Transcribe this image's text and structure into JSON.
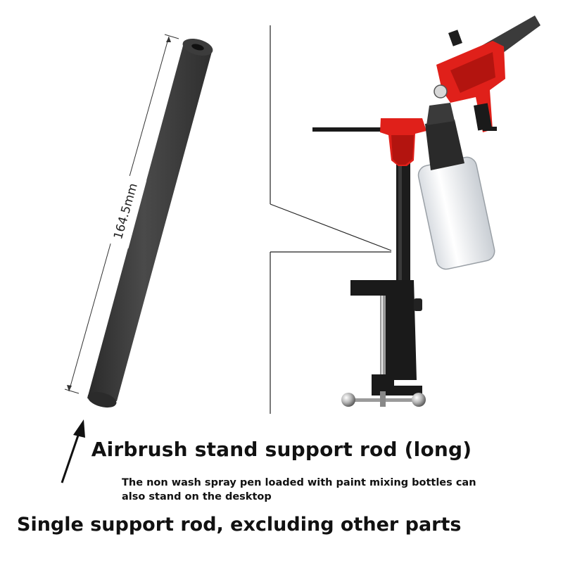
{
  "rod": {
    "length_label": "164.5mm",
    "color": "#3a3a3a"
  },
  "product": {
    "title": "Airbrush stand support rod (long)",
    "description": "The non wash spray pen loaded with paint mixing bottles can also stand on the desktop",
    "accent_color": "#e0201a"
  },
  "footer": {
    "note": "Single support rod, excluding other parts"
  }
}
